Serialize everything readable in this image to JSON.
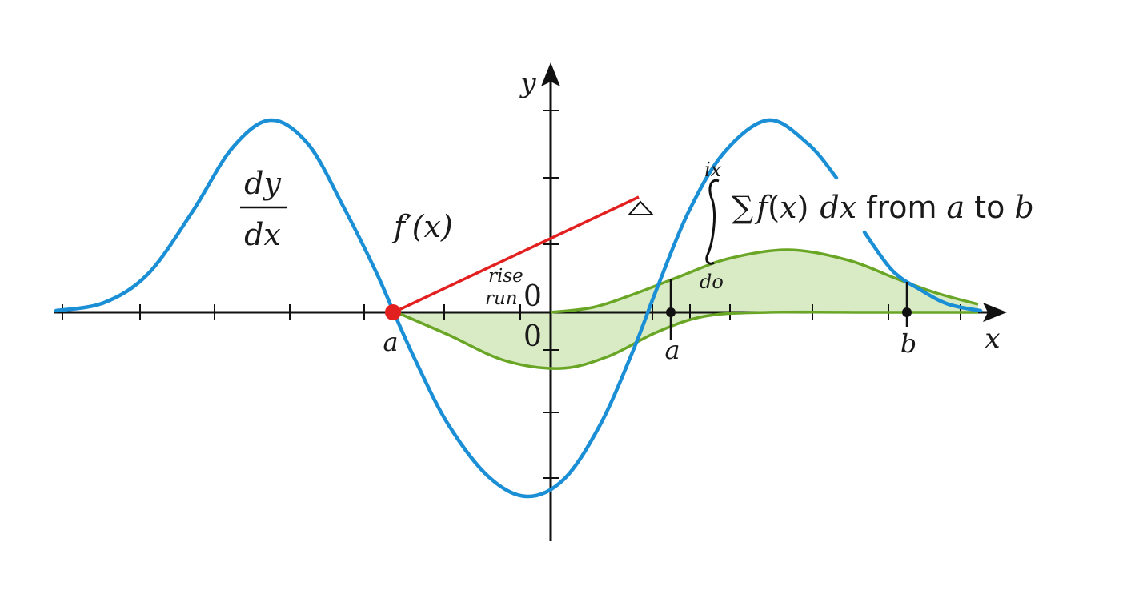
{
  "colors": {
    "axis": "#111111",
    "primary_curve": "#1b8fd6",
    "secondary_curve": "#6aa626",
    "area_fill": "#d6eac2",
    "tangent": "#e32020",
    "point": "#e32020",
    "marker": "#111111"
  },
  "axes": {
    "x_label": "x",
    "y_label": "y"
  },
  "labels": {
    "dy": "dy",
    "dx": "dx",
    "f_prime": "f′(x)",
    "rise": "rise",
    "run": "run",
    "origin_upper": "0",
    "origin_lower": "0",
    "point_a_left": "a",
    "point_a_right": "a",
    "point_b": "b",
    "integral_upper": "ix",
    "integral_lower": "do",
    "integral_expression": {
      "sum": "∑",
      "f": "f",
      "paren_open": "(",
      "x": "x",
      "paren_close": ")",
      "dx": "dx",
      "from": "from",
      "a": "a",
      "to": "to",
      "b": "b"
    }
  },
  "icons": {
    "triangle": "triangle-icon"
  }
}
